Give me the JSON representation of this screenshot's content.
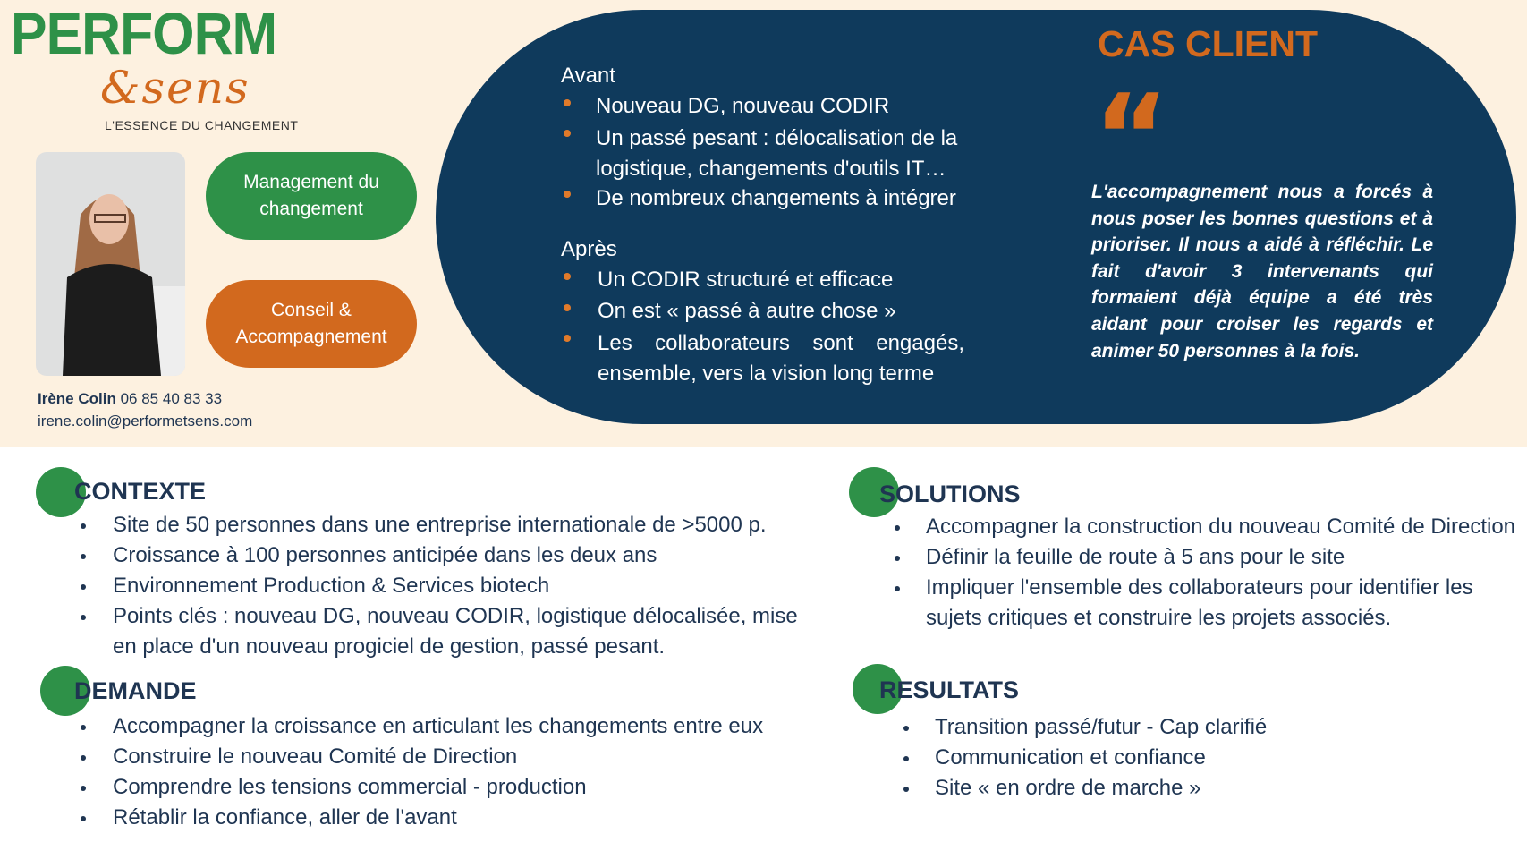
{
  "logo": {
    "brand": "PERFORM",
    "script": "&sens",
    "tagline": "L'ESSENCE DU CHANGEMENT"
  },
  "pills": [
    "Management du changement",
    "Conseil & Accompagnement"
  ],
  "contact": {
    "name": "Irène Colin",
    "phone": "06  85 40 83 33",
    "email": "irene.colin@performetsens.com"
  },
  "panel": {
    "avant_label": "Avant",
    "avant": [
      "Nouveau DG, nouveau CODIR",
      "Un passé pesant : délocalisation de la logistique, changements d'outils IT…",
      "De nombreux changements à intégrer"
    ],
    "apres_label": "Après",
    "apres": [
      "Un CODIR structuré et efficace",
      "On est « passé à autre chose »",
      "Les collaborateurs sont engagés, ensemble, vers la vision long terme"
    ],
    "title": "CAS CLIENT",
    "quote_mark": "“",
    "quote": "L'accompagnement nous a forcés à nous poser les bonnes questions et à prioriser. Il nous a aidé à réfléchir. Le fait d'avoir 3 intervenants qui formaient déjà équipe a été très aidant pour croiser les regards et animer 50 personnes à la fois."
  },
  "sections": {
    "contexte": {
      "title": "CONTEXTE",
      "items": [
        "Site de 50 personnes dans une entreprise internationale de >5000 p.",
        "Croissance à 100 personnes anticipée dans les deux ans",
        "Environnement Production & Services biotech",
        "Points clés : nouveau DG, nouveau CODIR, logistique délocalisée, mise en place d'un nouveau progiciel de gestion, passé pesant."
      ]
    },
    "demande": {
      "title": "DEMANDE",
      "items": [
        "Accompagner la croissance en articulant les changements entre eux",
        "Construire le nouveau Comité de Direction",
        "Comprendre les tensions commercial - production",
        "Rétablir la confiance, aller de l'avant"
      ]
    },
    "solutions": {
      "title": "SOLUTIONS",
      "items": [
        "Accompagner la construction du nouveau Comité de Direction",
        "Définir la feuille de route à 5 ans pour le site",
        "Impliquer l'ensemble des collaborateurs pour identifier les sujets critiques et construire les projets associés."
      ]
    },
    "resultats": {
      "title": "RESULTATS",
      "items": [
        "Transition passé/futur - Cap clarifié",
        "Communication et confiance",
        "Site « en ordre de marche »"
      ]
    }
  },
  "colors": {
    "green": "#2e9148",
    "orange": "#d2691e",
    "navy": "#0f3a5c",
    "cream": "#fdf1e0"
  }
}
